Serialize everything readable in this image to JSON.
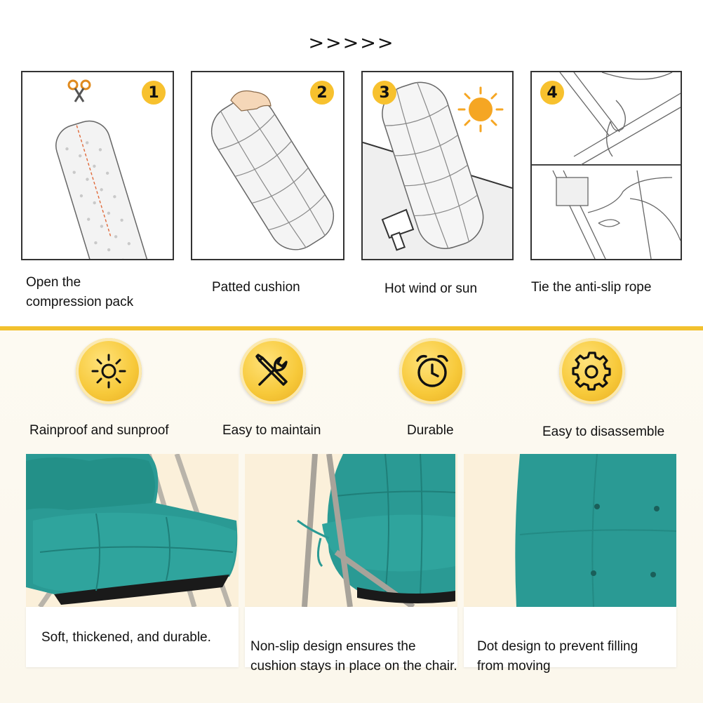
{
  "header": {
    "arrows": ">>>>>"
  },
  "steps": [
    {
      "number": "1",
      "label": "Open the\ncompression pack"
    },
    {
      "number": "2",
      "label": "Patted cushion"
    },
    {
      "number": "3",
      "label": "Hot wind or sun"
    },
    {
      "number": "4",
      "label": "Tie the anti-slip rope"
    }
  ],
  "features": [
    {
      "icon": "sun-icon",
      "label": "Rainproof and sunproof"
    },
    {
      "icon": "tools-icon",
      "label": "Easy to maintain"
    },
    {
      "icon": "alarm-clock-icon",
      "label": "Durable"
    },
    {
      "icon": "gear-icon",
      "label": "Easy to disassemble"
    }
  ],
  "photos": [
    {
      "caption": "Soft, thickened, and durable."
    },
    {
      "caption": "Non-slip design ensures the\ncushion stays in place on the chair."
    },
    {
      "caption": "Dot design to prevent filling\nfrom moving"
    }
  ],
  "colors": {
    "accent": "#f2c12e",
    "cushion": "#2a9a94",
    "cushion_dark": "#1f7f79"
  }
}
